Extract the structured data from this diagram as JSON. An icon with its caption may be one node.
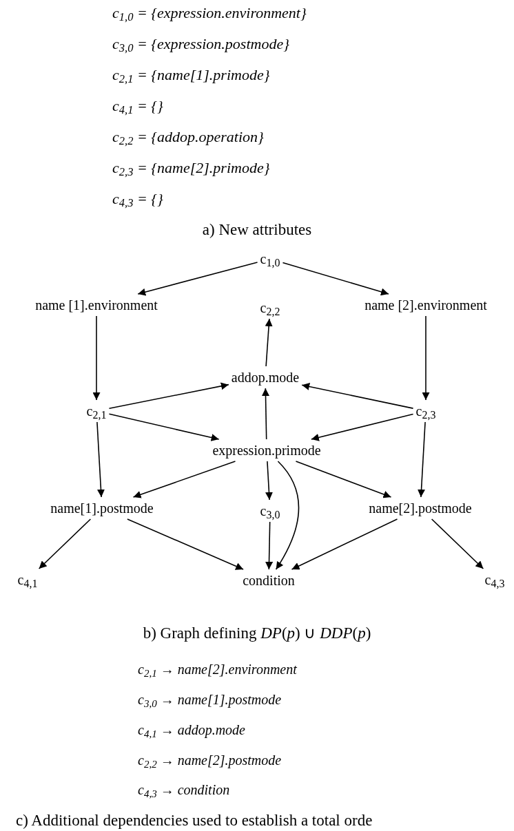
{
  "diagram": {
    "nodes": [
      {
        "text": [
          "c$_{1,0}$"
        ]
      },
      {
        "text": [
          "name [1].environment"
        ]
      },
      {
        "text": [
          "c$_{2,2}$"
        ]
      },
      {
        "text": [
          "name [2].environment"
        ]
      },
      {
        "text": [
          "addop.mode"
        ]
      },
      {
        "text": [
          "c$_{2,1}$"
        ]
      },
      {
        "text": [
          "c$_{2,3}$"
        ]
      },
      {
        "text": [
          "expression.primode"
        ]
      },
      {
        "text": [
          "name[1].postmode"
        ]
      },
      {
        "text": [
          "c$_{3,0}$"
        ]
      },
      {
        "text": [
          "name[2].postmode"
        ]
      },
      {
        "text": [
          "c$_{4,1}$"
        ]
      },
      {
        "text": [
          "condition"
        ]
      },
      {
        "text": [
          "c$_{4,3}$"
        ]
      }
    ],
    "edges": [
      {
        "from": 0,
        "to": 1,
        "arrow": "to"
      },
      {
        "from": 0,
        "to": 3,
        "arrow": "to"
      },
      {
        "from": 1,
        "to": 5,
        "arrow": "to"
      },
      {
        "from": 3,
        "to": 6,
        "arrow": "to"
      },
      {
        "from": 4,
        "to": 2,
        "arrow": "to"
      },
      {
        "from": 5,
        "to": 4,
        "arrow": "to"
      },
      {
        "from": 6,
        "to": 4,
        "arrow": "to"
      },
      {
        "from": 7,
        "to": 4,
        "arrow": "to"
      },
      {
        "from": 5,
        "to": 7,
        "arrow": "to"
      },
      {
        "from": 6,
        "to": 7,
        "arrow": "to"
      },
      {
        "from": 5,
        "to": 8,
        "arrow": "to"
      },
      {
        "from": 6,
        "to": 10,
        "arrow": "to"
      },
      {
        "from": 7,
        "to": 8,
        "arrow": "to"
      },
      {
        "from": 7,
        "to": 9,
        "arrow": "to"
      },
      {
        "from": 7,
        "to": 12,
        "arrow": "to"
      },
      {
        "from": 7,
        "to": 10,
        "arrow": "to"
      },
      {
        "from": 8,
        "to": 11,
        "arrow": "to"
      },
      {
        "from": 8,
        "to": 12,
        "arrow": "to"
      },
      {
        "from": 9,
        "to": 12,
        "arrow": "to"
      },
      {
        "from": 10,
        "to": 12,
        "arrow": "to"
      },
      {
        "from": 10,
        "to": 13,
        "arrow": "to"
      }
    ],
    "labels": [
      "c$_{1,0}$ = {*expression.environment*}",
      "c$_{3,0}$ = {*expression.postmode*}",
      "c$_{2,1}$ = {*name[1].primode*}",
      "c$_{4,1}$ = {}",
      "c$_{2,2}$ = {*addop.operation*}",
      "c$_{2,3}$ = {*name[2].primode*}",
      "c$_{4,3}$ = {}",
      "a) New attributes",
      "b) Graph defining *DP*(*p*) ∪ *DDP*(*p*)",
      "c$_{2,1}$ → *name[2].environment*",
      "c$_{3,0}$ → *name[1].postmode*",
      "c$_{4,1}$ → *addop.mode*",
      "c$_{2,2}$ → *name[2].postmode*",
      "c$_{4,3}$ → *condition*",
      "c) Additional dependencies used to establish a total orde"
    ]
  }
}
